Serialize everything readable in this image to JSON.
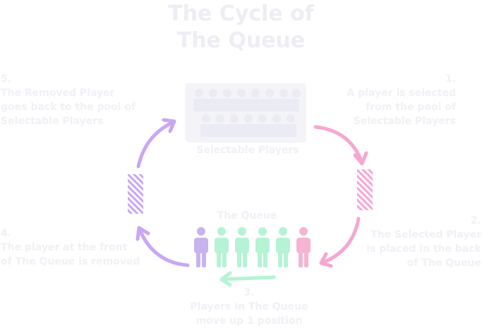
{
  "title": {
    "line1": "The Cycle of",
    "line2": "The Queue"
  },
  "steps": [
    {
      "num": "1.",
      "lines": [
        "A player is selected",
        "from the pool of",
        "Selectable Players"
      ]
    },
    {
      "num": "2.",
      "lines": [
        "The Selected Player",
        "is placed in the back",
        "of The Queue"
      ]
    },
    {
      "num": "3.",
      "lines": [
        "Players in The Queue",
        "move up 1 position"
      ]
    },
    {
      "num": "4.",
      "lines": [
        "The player at the front",
        "of The Queue is removed"
      ]
    },
    {
      "num": "5.",
      "lines": [
        "The Removed Player",
        "goes back to the pool of",
        "Selectable Players"
      ]
    }
  ],
  "labels": {
    "pool": "Selectable Players",
    "queue": "The Queue"
  },
  "colors": {
    "pink": "#f7a6d2",
    "purple": "#c9a6f5",
    "green": "#b5f3d4",
    "lavender": "#c7b4ee",
    "queue_pink": "#f5b4d4",
    "faint": "#f0f0f6"
  },
  "queue_players": [
    "purple",
    "green",
    "green",
    "green",
    "green",
    "pink"
  ]
}
